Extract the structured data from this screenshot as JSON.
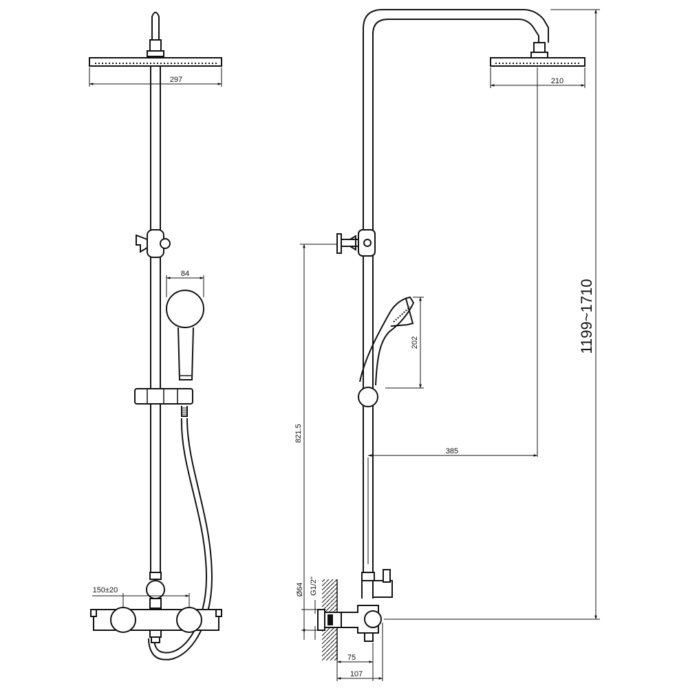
{
  "dimensions": {
    "head_width_front": "297",
    "hand_shower_head_width": "84",
    "tap_centres": "150±20",
    "head_width_side": "210",
    "overall_height": "1199~1710",
    "hand_shower_length": "202",
    "bracket_height": "821.5",
    "arm_reach": "385",
    "flange_diameter": "Ø64",
    "thread": "G1/2\"",
    "depth_75": "75",
    "depth_107": "107"
  }
}
